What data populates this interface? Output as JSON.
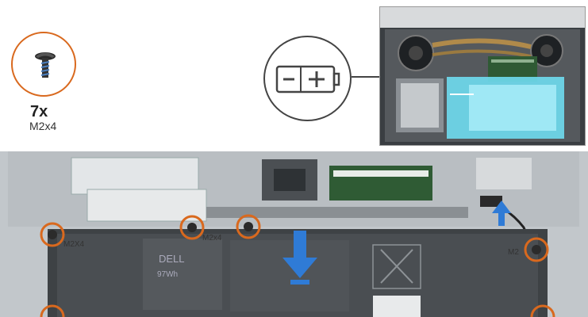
{
  "screw": {
    "quantity": "7x",
    "size": "M2x4",
    "callout_icon": "screw-icon"
  },
  "callout": {
    "icon": "battery-icon",
    "border_color": "#444444"
  },
  "colors": {
    "accent": "#d9691e",
    "arrow": "#2f7bd6",
    "battery_highlight": "#6fdcf0"
  },
  "detail_labels": {
    "screw_mark_left": "M2X4",
    "screw_mark_mid": "M2x4",
    "screw_mark_right": "M2",
    "brand": "DELL",
    "capacity": "97Wh"
  }
}
